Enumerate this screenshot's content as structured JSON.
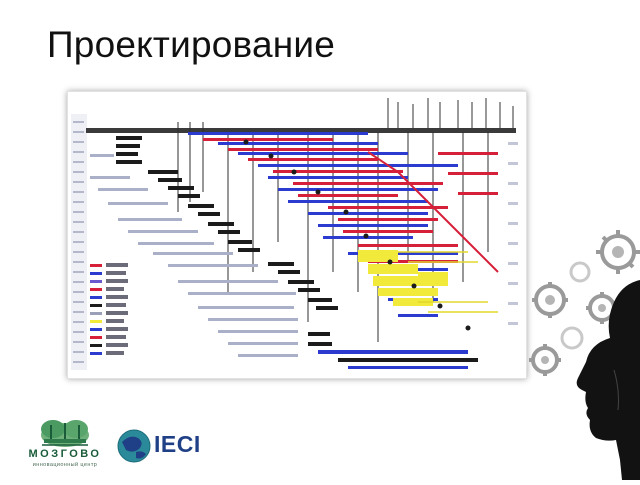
{
  "slide": {
    "title": "Проектирование"
  },
  "logos": {
    "mozgovo": {
      "name": "МОЗГОВО",
      "subtitle": "инновационный центр"
    },
    "ieci": {
      "name": "IECI"
    }
  },
  "colors": {
    "title_text": "#111111",
    "diagram_blue": "#2b3bd0",
    "diagram_red": "#d6203a",
    "diagram_yellow": "#f2ea3a",
    "mozgovo_green": "#1a5c3a",
    "ieci_blue": "#1f3f86",
    "gear_gray": "#9a9a9a",
    "silhouette": "#121212"
  },
  "icons": [
    "tree-icon",
    "globe-icon",
    "gears-icon",
    "head-silhouette-icon"
  ]
}
